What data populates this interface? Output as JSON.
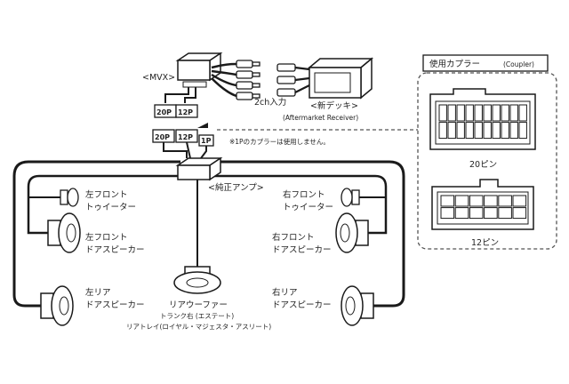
{
  "mvx_label": "<MVX>",
  "input_label": "2ch入力",
  "new_deck_label": "<新デッキ>",
  "aftermarket_label": "(Aftermarket Receiver)",
  "connector_20p": "20P",
  "connector_12p": "12P",
  "connector_1p": "1P",
  "note_1p": "※1Pのカプラーは使用しません。",
  "factory_amp_label": "<純正アンプ>",
  "speakers": {
    "left_front_tweeter": [
      "左フロント",
      "トゥイーター"
    ],
    "right_front_tweeter": [
      "右フロント",
      "トゥイーター"
    ],
    "left_front_door": [
      "左フロント",
      "ドアスピーカー"
    ],
    "right_front_door": [
      "右フロント",
      "ドアスピーカー"
    ],
    "left_rear_door": [
      "左リア",
      "ドアスピーカー"
    ],
    "right_rear_door": [
      "右リア",
      "ドアスピーカー"
    ],
    "subwoofer": "リアウーファー",
    "subwoofer_trunk": "トランク右 (エステート)",
    "subwoofer_tray": "リアトレイ(ロイヤル・マジェスタ・アスリート)"
  },
  "coupler_panel": {
    "title": "使用カプラー",
    "title_sub": "(Coupler)",
    "label_20": "20ピン",
    "label_12": "12ピン"
  },
  "colors": {
    "line": "#1a1a1a",
    "box_fill": "#ffffff",
    "panel_dash": "#555555"
  }
}
